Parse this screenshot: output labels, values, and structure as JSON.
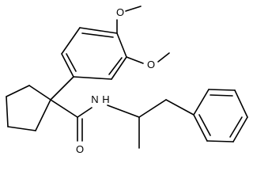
{
  "molecule": {
    "atom_labels": {
      "methoxy_oxygen_top": "O",
      "methoxy_oxygen_right": "O",
      "amide_nitrogen": "N",
      "amide_hydrogen": "H",
      "carbonyl_oxygen": "O"
    }
  }
}
